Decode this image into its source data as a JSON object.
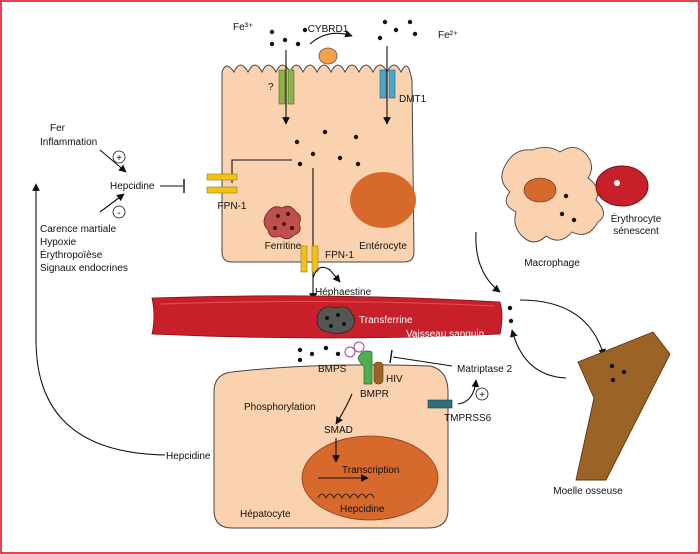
{
  "labels": {
    "fe3": "Fe³⁺",
    "fe2": "Fe²⁺",
    "cybrd1": "CYBRD1",
    "question": "?",
    "dmt1": "DMT1",
    "fpn1_top": "FPN-1",
    "fpn1_bottom": "FPN-1",
    "ferritine": "Ferritine",
    "enterocyte": "Entérocyte",
    "hephaestine": "Héphaestine",
    "transferrine": "Transferrine",
    "vaisseau": "Vaisseau sanguin",
    "hepcidine_left": "Hepcidine",
    "hepcidine_bottom": "Hepcidine",
    "hepcidine_nucleus": "Hepcidine",
    "plus": "+",
    "minus": "-",
    "fer_inflammation": [
      "Fer",
      "Inflammation"
    ],
    "inhibitors": [
      "Carence martiale",
      "Hypoxie",
      "Érythropoïèse",
      "Signaux endocrines"
    ],
    "macrophage": "Macrophage",
    "erythrocyte": [
      "Érythrocyte",
      "sénescent"
    ],
    "moelle": "Moelle osseuse",
    "bmps": "BMPS",
    "bmpr": "BMPR",
    "hiv": "HIV",
    "matriptase": "Matriptase 2",
    "tmprss6": "TMPRSS6",
    "phosphorylation": "Phosphorylation",
    "smad": "SMAD",
    "transcription": "Transcription",
    "hepatocyte": "Hépatocyte"
  },
  "colors": {
    "cell_fill": "#fbd2b0",
    "vessel": "#c8202a",
    "nucleus": "#d8692c",
    "channel_green": "#8bb34a",
    "channel_blue": "#4aa7cf",
    "fpn_yellow": "#f2c21a",
    "bone": "#9b6426",
    "bmpr_green": "#4caf50",
    "hiv_brown": "#9b6426",
    "tmprss6_teal": "#2e6e7a"
  }
}
